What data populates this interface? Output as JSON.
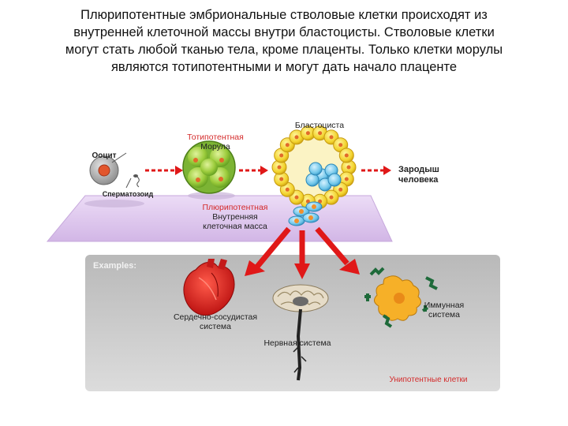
{
  "caption": {
    "lines": [
      "Плюрипотентные эмбриональные стволовые клетки происходят из",
      "внутренней клеточной массы внутри бластоцисты. Стволовые клетки",
      "могут стать любой тканью тела, кроме плаценты. Только клетки морулы",
      "являются тотипотентными и могут дать начало плаценте"
    ]
  },
  "diagram": {
    "oocyte": "Ооцит",
    "sperm": "Сперматозоид",
    "totipotent_morula": [
      "Тотипотентная",
      "Морула"
    ],
    "blastocyst": "Бластоциста",
    "embryo": [
      "Зародыш",
      "человека"
    ],
    "pluripotent_icm": [
      "Плюрипотентная",
      "Внутренняя",
      "клеточная масса"
    ],
    "examples": "Examples:",
    "cardio": [
      "Сердечно-сосудистая",
      "система"
    ],
    "nervous": "Нервная система",
    "immune": [
      "Иммунная",
      "система"
    ],
    "unipotent": "Унипотентные клетки"
  },
  "colors": {
    "red_label": "#d42a2a",
    "arrow_red": "#e01818",
    "platform": "#dcc4ec",
    "panel": "#aeaeae",
    "green_cell": "#9ccc3c",
    "yellow_cell": "#f2d22c",
    "blue_cell": "#6cc4e8"
  }
}
